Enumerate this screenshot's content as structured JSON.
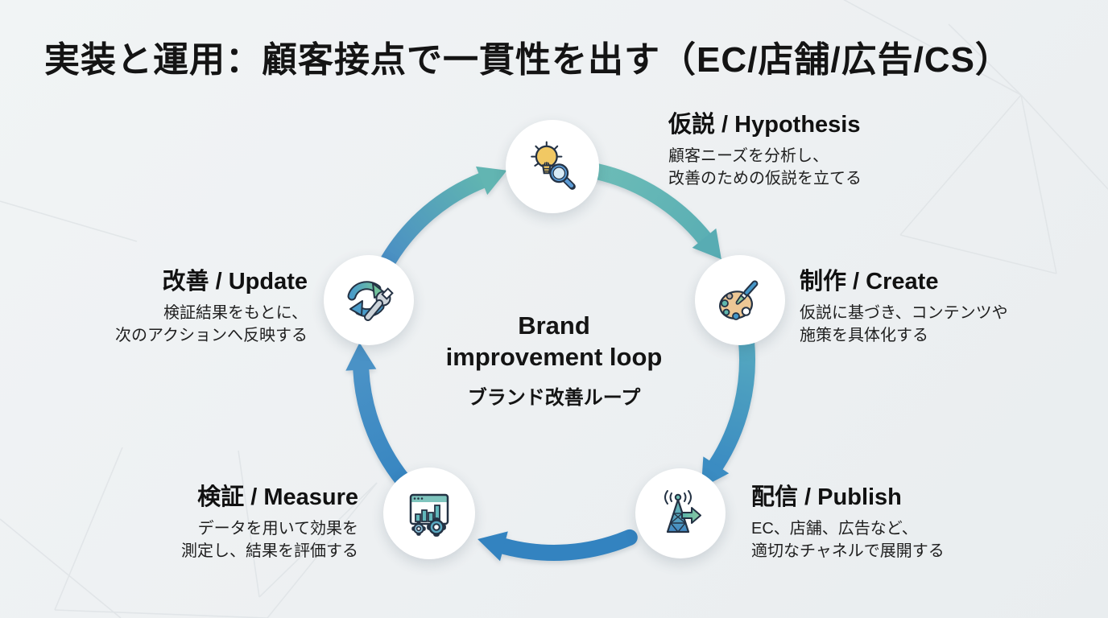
{
  "title": "実装と運用：顧客接点で一貫性を出す（EC/店舗/広告/CS）",
  "center": {
    "title_line1": "Brand",
    "title_line2": "improvement loop",
    "subtitle": "ブランド改善ループ"
  },
  "nodes": [
    {
      "id": "hypothesis",
      "label": "仮説 / Hypothesis",
      "desc_line1": "顧客ニーズを分析し、",
      "desc_line2": "改善のための仮説を立てる",
      "icon": "lightbulb-magnifier-icon"
    },
    {
      "id": "create",
      "label": "制作 / Create",
      "desc_line1": "仮説に基づき、コンテンツや",
      "desc_line2": "施策を具体化する",
      "icon": "palette-brush-icon"
    },
    {
      "id": "publish",
      "label": "配信 / Publish",
      "desc_line1": "EC、店舗、広告など、",
      "desc_line2": "適切なチャネルで展開する",
      "icon": "broadcast-antenna-icon"
    },
    {
      "id": "measure",
      "label": "検証 / Measure",
      "desc_line1": "データを用いて効果を",
      "desc_line2": "測定し、結果を評価する",
      "icon": "chart-gears-icon"
    },
    {
      "id": "update",
      "label": "改善 / Update",
      "desc_line1": "検証結果をもとに、",
      "desc_line2": "次のアクションへ反映する",
      "icon": "refresh-wrench-icon"
    }
  ],
  "colors": {
    "background": "#edf0f2",
    "teal": "#62b5b2",
    "blue": "#3383c0",
    "mid_blue": "#4a92c6",
    "text": "#1b1b1b"
  }
}
